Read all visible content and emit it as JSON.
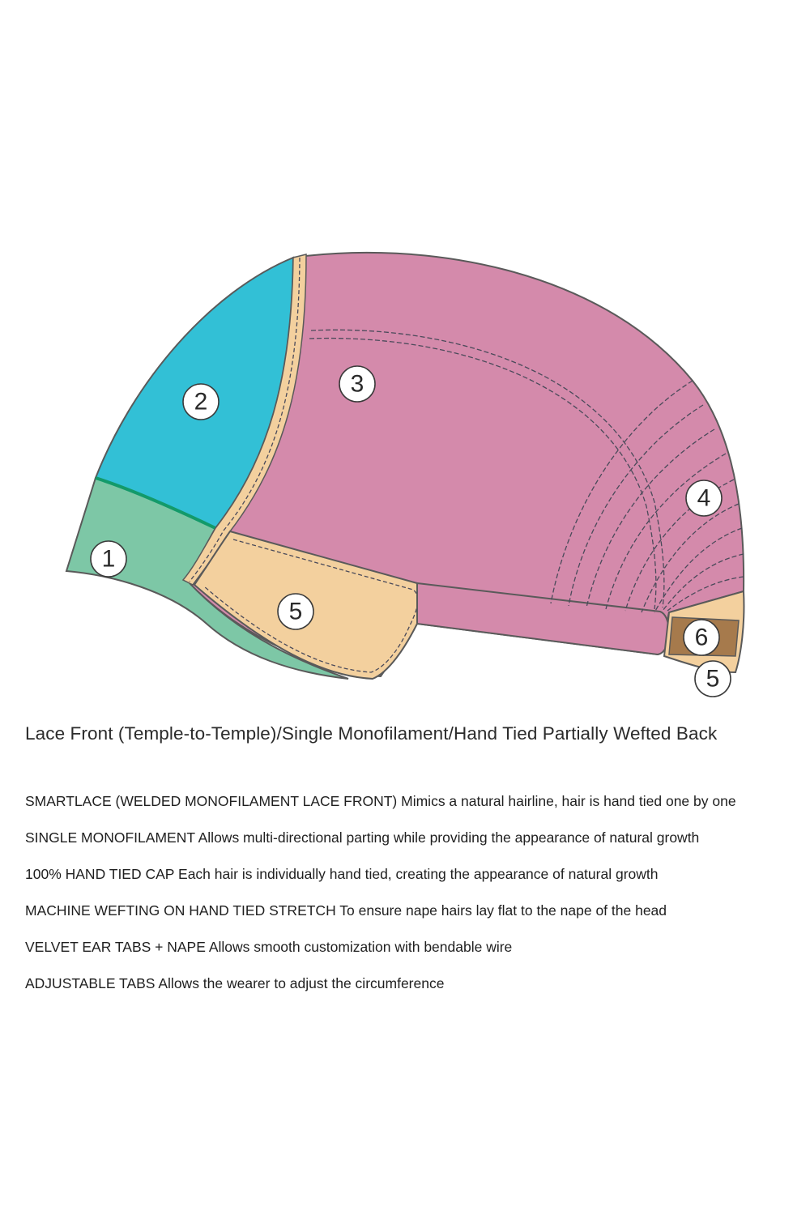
{
  "diagram": {
    "colors": {
      "lace_front": "#7dc7a6",
      "monofilament": "#32c0d6",
      "hand_tied": "#d48aab",
      "ear_tab": "#f3d09e",
      "adjustable_tab": "#a67a4c",
      "outline": "#5a5a5a",
      "stitch": "#4a4a5a"
    },
    "markers": [
      {
        "label": "1",
        "region": "lace-front"
      },
      {
        "label": "2",
        "region": "single-monofilament"
      },
      {
        "label": "3",
        "region": "hand-tied-cap"
      },
      {
        "label": "4",
        "region": "machine-wefting"
      },
      {
        "label": "5",
        "region": "ear-tab"
      },
      {
        "label": "6",
        "region": "adjustable-tab"
      },
      {
        "label": "5",
        "region": "nape-tab"
      }
    ]
  },
  "title": "Lace Front (Temple-to-Temple)/Single Monofilament/Hand Tied Partially Wefted Back",
  "features": [
    {
      "name": "SMARTLACE (WELDED MONOFILAMENT LACE FRONT)",
      "description": "Mimics a natural hairline, hair is hand tied one by one"
    },
    {
      "name": "SINGLE MONOFILAMENT",
      "description": "Allows multi-directional parting while providing the appearance of natural growth"
    },
    {
      "name": "100% HAND TIED CAP",
      "description": "Each hair is individually hand tied, creating the appearance of natural growth"
    },
    {
      "name": "MACHINE WEFTING ON HAND TIED STRETCH",
      "description": "To ensure nape hairs lay flat to the nape of the head"
    },
    {
      "name": "VELVET EAR TABS + NAPE",
      "description": "Allows smooth customization with bendable wire"
    },
    {
      "name": "ADJUSTABLE TABS",
      "description": "Allows the wearer to adjust the circumference"
    }
  ]
}
